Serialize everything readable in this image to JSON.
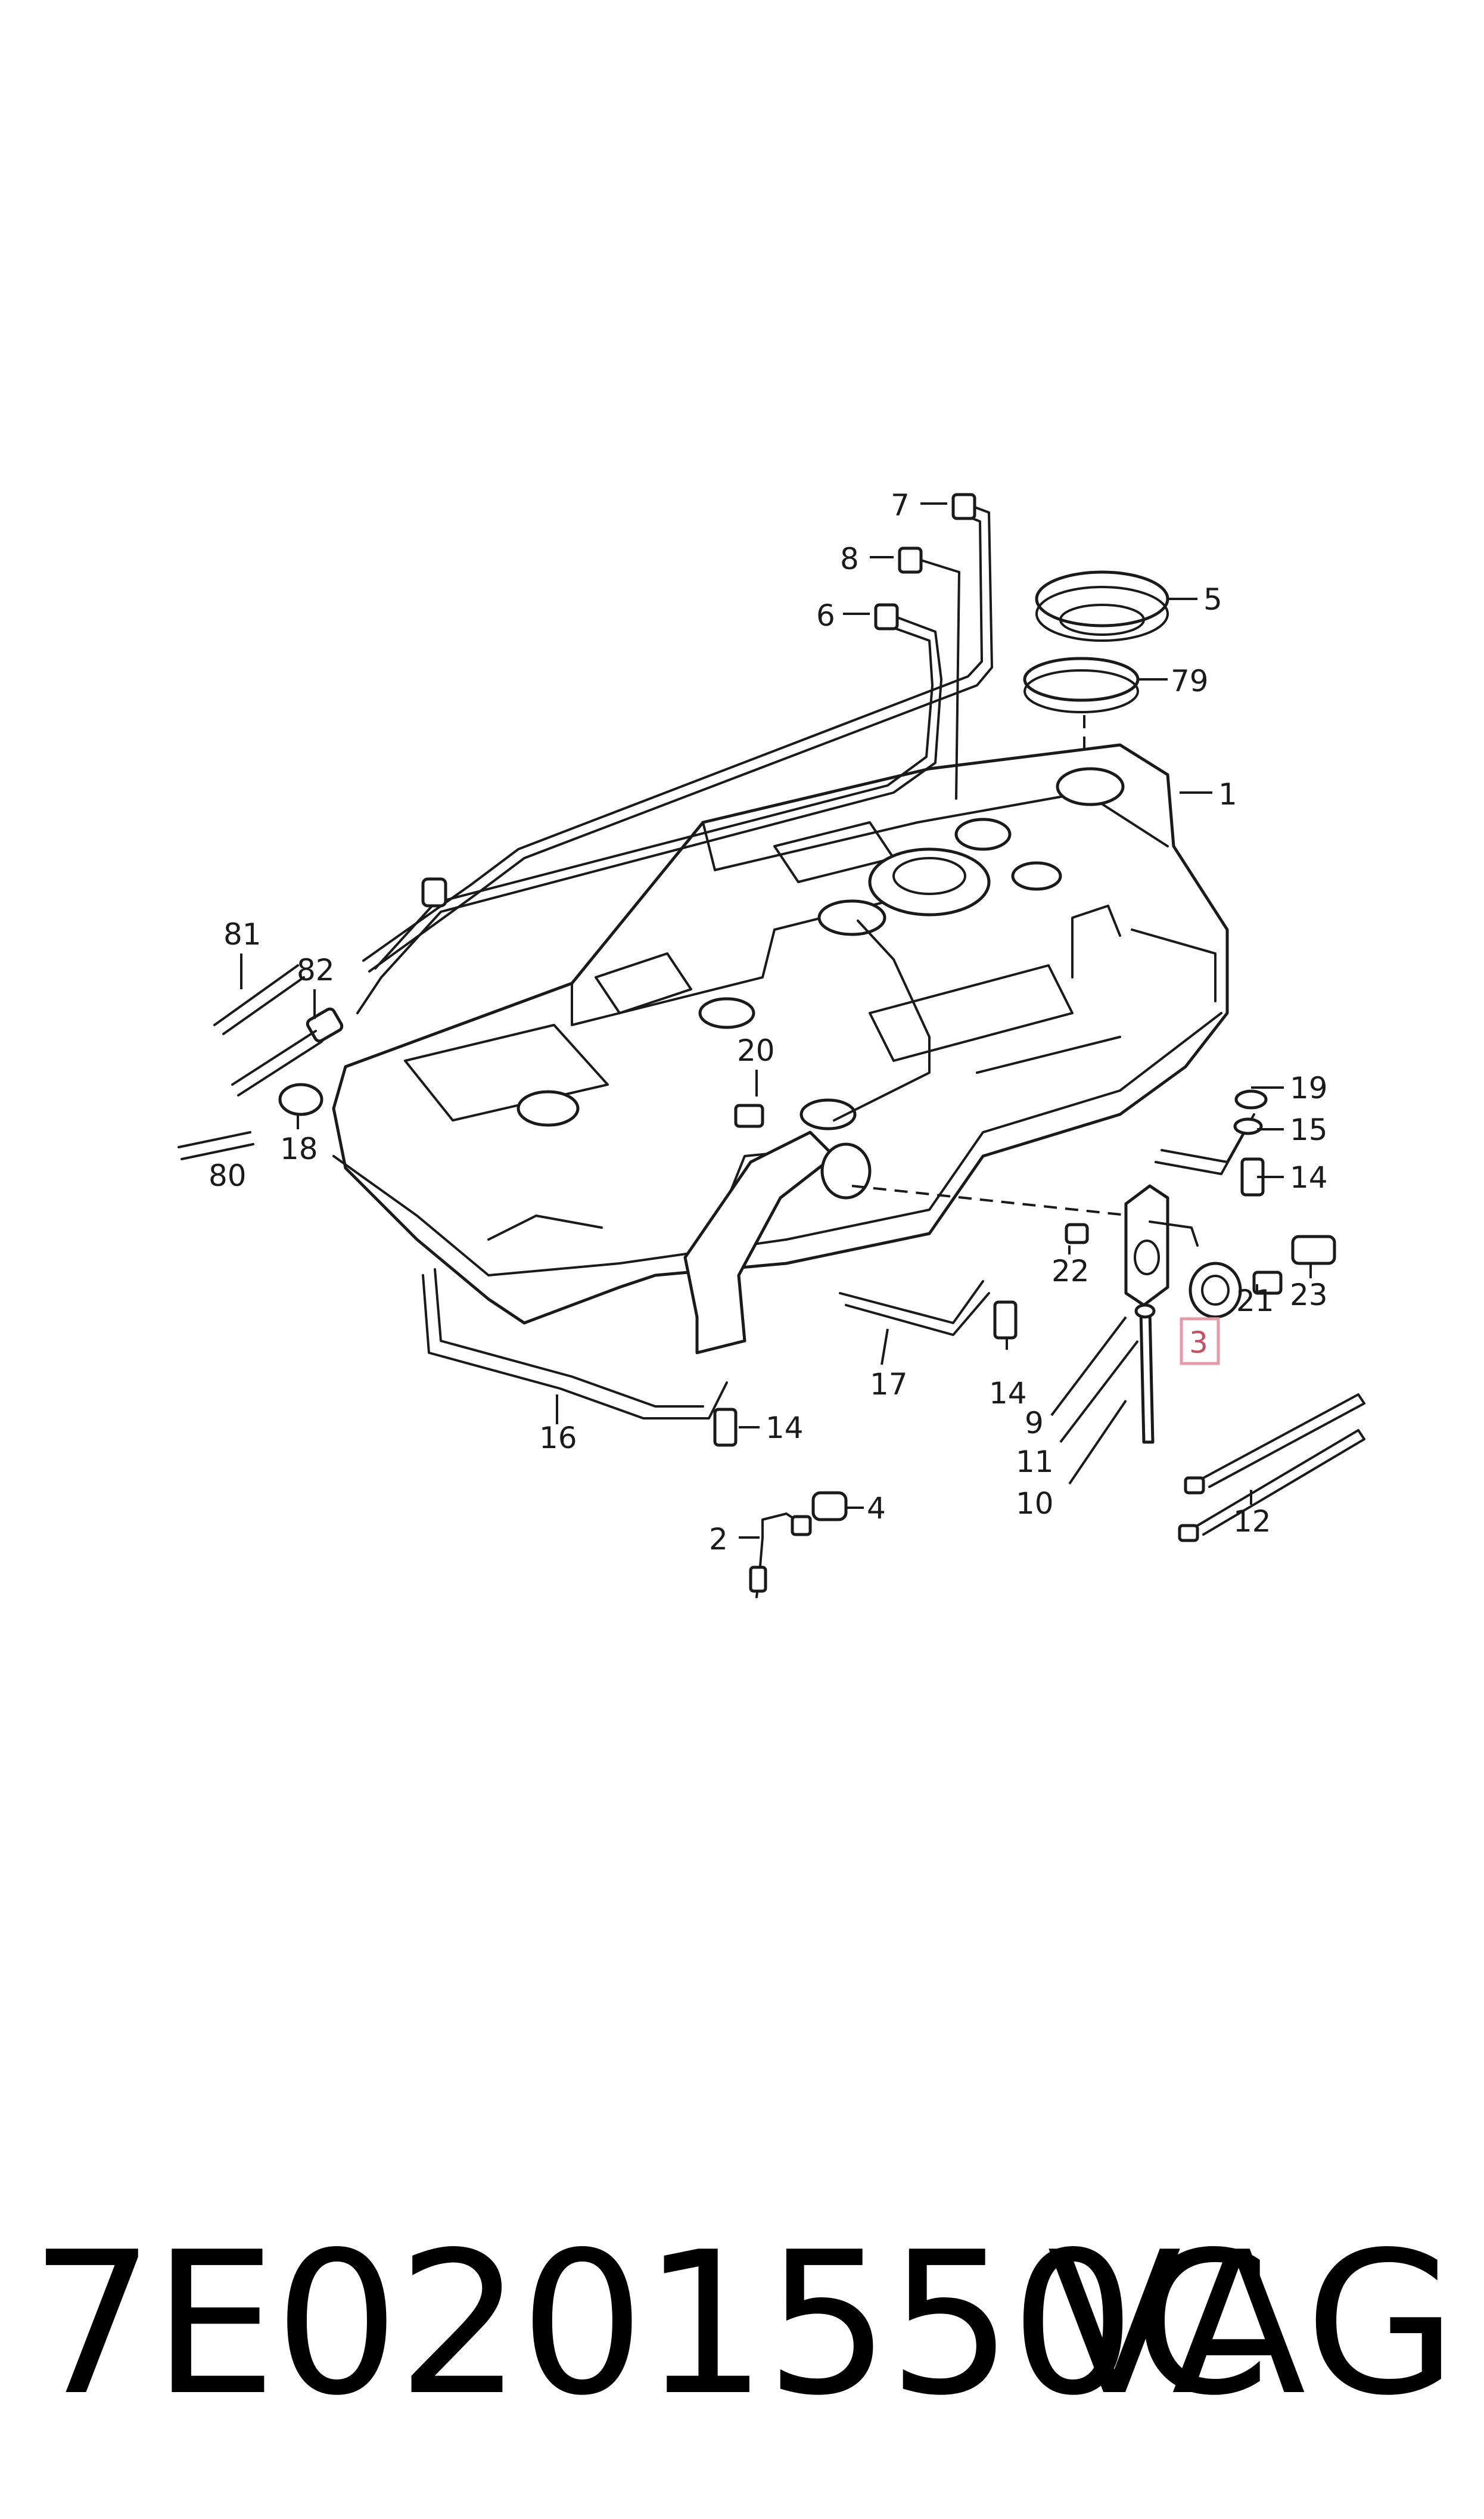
{
  "callouts": {
    "c1": "1",
    "c2": "2",
    "c3": "3",
    "c4": "4",
    "c5": "5",
    "c6": "6",
    "c7": "7",
    "c8": "8",
    "c9": "9",
    "c10": "10",
    "c11": "11",
    "c12": "12",
    "c14a": "14",
    "c14b": "14",
    "c14c": "14",
    "c15": "15",
    "c16": "16",
    "c17": "17",
    "c18": "18",
    "c19": "19",
    "c20": "20",
    "c21": "21",
    "c22": "22",
    "c23": "23",
    "c79": "79",
    "c80": "80",
    "c81": "81",
    "c82": "82"
  },
  "highlighted_callout": "3",
  "colors": {
    "line": "#1a1a1a",
    "highlight_border": "#e59aa6",
    "highlight_text": "#c6505f"
  },
  "footer": {
    "part_number": "7E0201550C",
    "brand": "VAG"
  }
}
